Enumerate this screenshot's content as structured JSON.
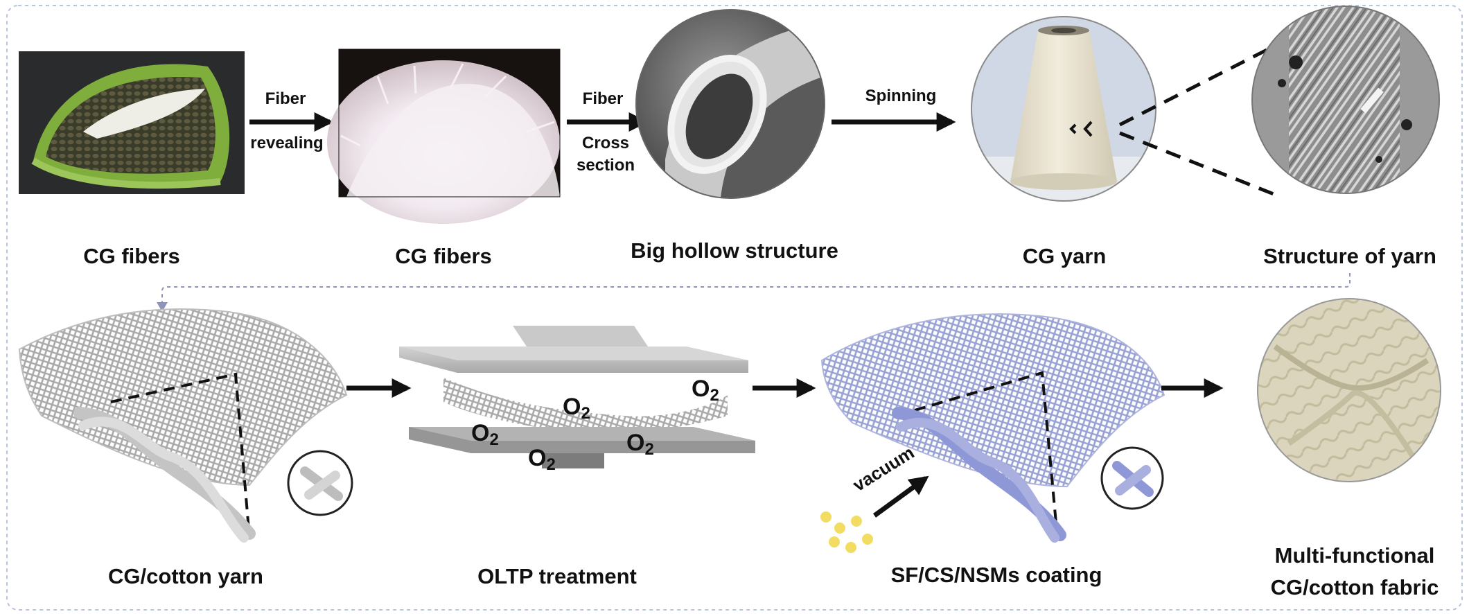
{
  "captions": {
    "cg_fibers_1": "CG fibers",
    "cg_fibers_2": "CG fibers",
    "hollow": "Big hollow structure",
    "cg_yarn": "CG yarn",
    "structure": "Structure of yarn",
    "cotton_yarn": "CG/cotton yarn",
    "oltp": "OLTP treatment",
    "coating": "SF/CS/NSMs coating",
    "fabric_line1": "Multi-functional",
    "fabric_line2": "CG/cotton fabric"
  },
  "arrow_labels": {
    "a1_line1": "Fiber",
    "a1_line2": "revealing",
    "a2_line1": "Fiber",
    "a2_line2": "Cross",
    "a2_line3": "section",
    "a3": "Spinning"
  },
  "o2": {
    "label_1": "O",
    "sub_1": "2",
    "label_2": "O",
    "sub_2": "2",
    "label_3": "O",
    "sub_3": "2",
    "label_4": "O",
    "sub_4": "2",
    "label_5": "O",
    "sub_5": "2"
  },
  "vacuum": "vacuum",
  "colors": {
    "frame_border": "#b7c4de",
    "mesh_gray": "#b9b9b9",
    "mesh_blue": "#9ea6d6",
    "yarn_gray": "#c4c4c4",
    "yarn_blue": "#8e98d6",
    "nanoparticle": "#f3dc62",
    "cone": "#ece6d4",
    "fabric": "#d9d4b9"
  }
}
